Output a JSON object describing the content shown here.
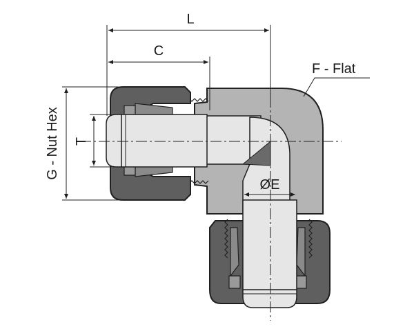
{
  "labels": {
    "L": "L",
    "C": "C",
    "F": "F - Flat",
    "G": "G - Nut Hex",
    "T": "T",
    "E": "ØE"
  },
  "colors": {
    "body": "#b4b4b4",
    "nut": "#5f5f5f",
    "tube": "#e6e6e6",
    "outline": "#1f1f1f"
  }
}
